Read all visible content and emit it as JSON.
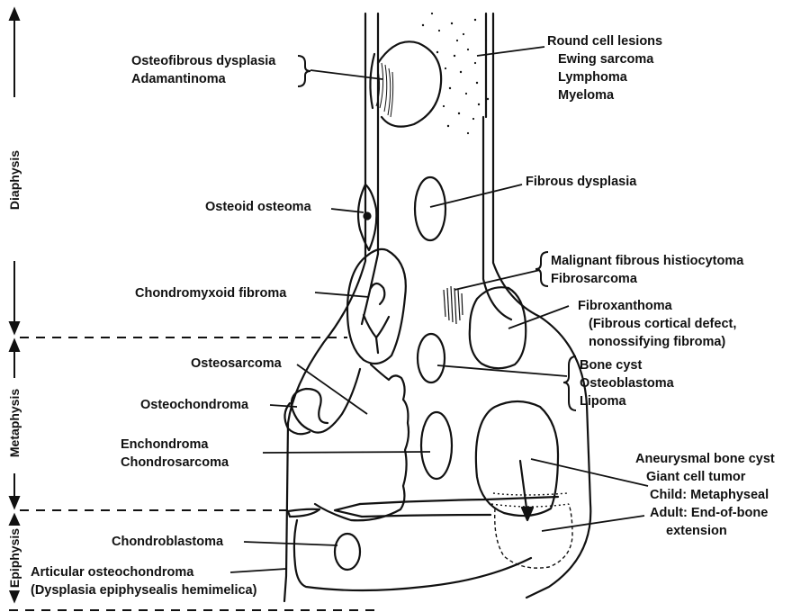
{
  "colors": {
    "ink": "#111111",
    "background": "#ffffff"
  },
  "zones": {
    "diaphysis": "Diaphysis",
    "metaphysis": "Metaphysis",
    "epiphysis": "Epiphysis"
  },
  "labels": {
    "osteofibrous_dysplasia": "Osteofibrous dysplasia",
    "adamantinoma": "Adamantinoma",
    "round_cell_lesions": "Round cell lesions",
    "ewing_sarcoma": "Ewing sarcoma",
    "lymphoma": "Lymphoma",
    "myeloma": "Myeloma",
    "fibrous_dysplasia": "Fibrous dysplasia",
    "osteoid_osteoma": "Osteoid osteoma",
    "malignant_fibrous_histiocytoma": "Malignant fibrous histiocytoma",
    "fibrosarcoma": "Fibrosarcoma",
    "chondromyxoid_fibroma": "Chondromyxoid fibroma",
    "fibroxanthoma": "Fibroxanthoma",
    "fibrous_cortical_defect": "(Fibrous cortical defect,",
    "nonossifying_fibroma": "nonossifying fibroma)",
    "osteosarcoma": "Osteosarcoma",
    "bone_cyst": "Bone cyst",
    "osteoblastoma": "Osteoblastoma",
    "lipoma": "Lipoma",
    "osteochondroma": "Osteochondroma",
    "enchondroma": "Enchondroma",
    "chondrosarcoma": "Chondrosarcoma",
    "aneurysmal_bone_cyst": "Aneurysmal bone cyst",
    "giant_cell_tumor": "Giant cell tumor",
    "child_metaphyseal": "Child: Metaphyseal",
    "adult_end_of_bone": "Adult: End-of-bone",
    "extension": "extension",
    "chondroblastoma": "Chondroblastoma",
    "articular_osteochondroma": "Articular osteochondroma",
    "dysplasia_epiphysealis_hemimelica": "(Dysplasia epiphysealis hemimelica)"
  }
}
